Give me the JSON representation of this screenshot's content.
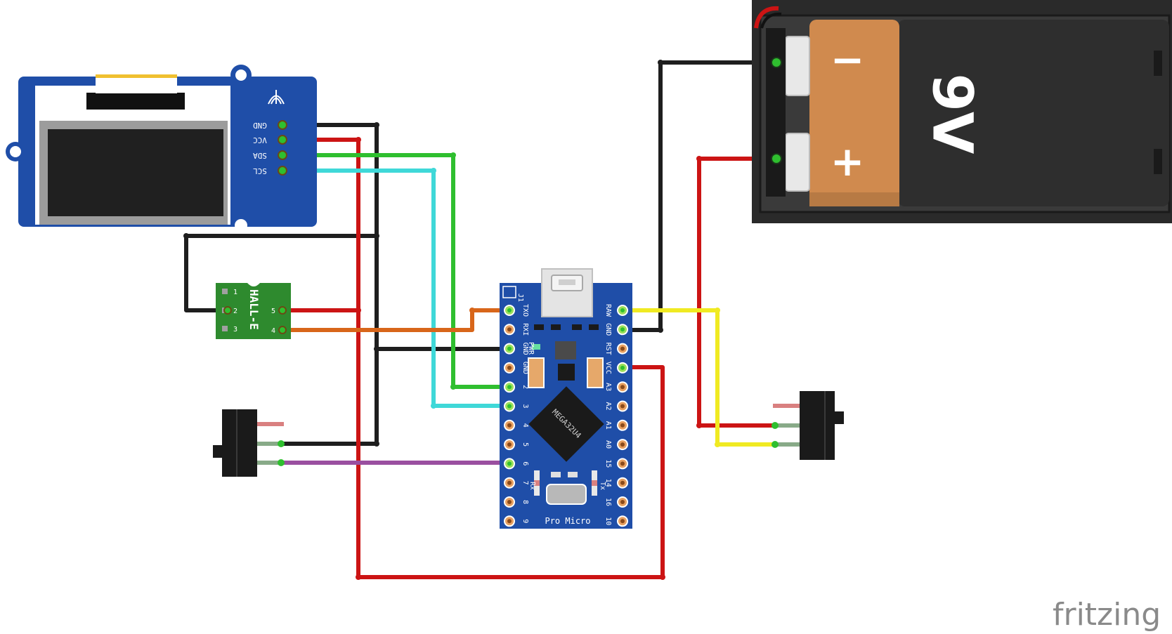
{
  "oled": {
    "pins": [
      "GND",
      "VCC",
      "SDA",
      "SCL"
    ]
  },
  "hall": {
    "label": "HALL-E",
    "left_pins": [
      "1",
      "2",
      "3"
    ],
    "right_pins": [
      "5",
      "4"
    ]
  },
  "pro_micro": {
    "name": "Pro Micro",
    "chip": "MEGA32U4",
    "header": "J1",
    "pwr": "PWR",
    "rx": "Rx",
    "tx": "Tx",
    "left_pins": [
      "TXO",
      "RXI",
      "GND",
      "GND",
      "2",
      "3",
      "4",
      "5",
      "6",
      "7",
      "8",
      "9"
    ],
    "right_pins": [
      "RAW",
      "GND",
      "RST",
      "VCC",
      "A3",
      "A2",
      "A1",
      "A0",
      "15",
      "14",
      "16",
      "10"
    ]
  },
  "battery": {
    "label": "9V",
    "minus": "−",
    "plus": "+"
  },
  "watermark": "fritzing",
  "colors": {
    "black_wire": "#1e1e1e",
    "red_wire": "#cc1414",
    "green_wire": "#2fbf2f",
    "cyan_wire": "#3fd8d8",
    "orange_wire": "#d8661a",
    "yellow_wire": "#f0ea22",
    "purple_wire": "#9a4fa0",
    "board_blue": "#1f4ea8",
    "pcb_green": "#2e8a2e"
  }
}
